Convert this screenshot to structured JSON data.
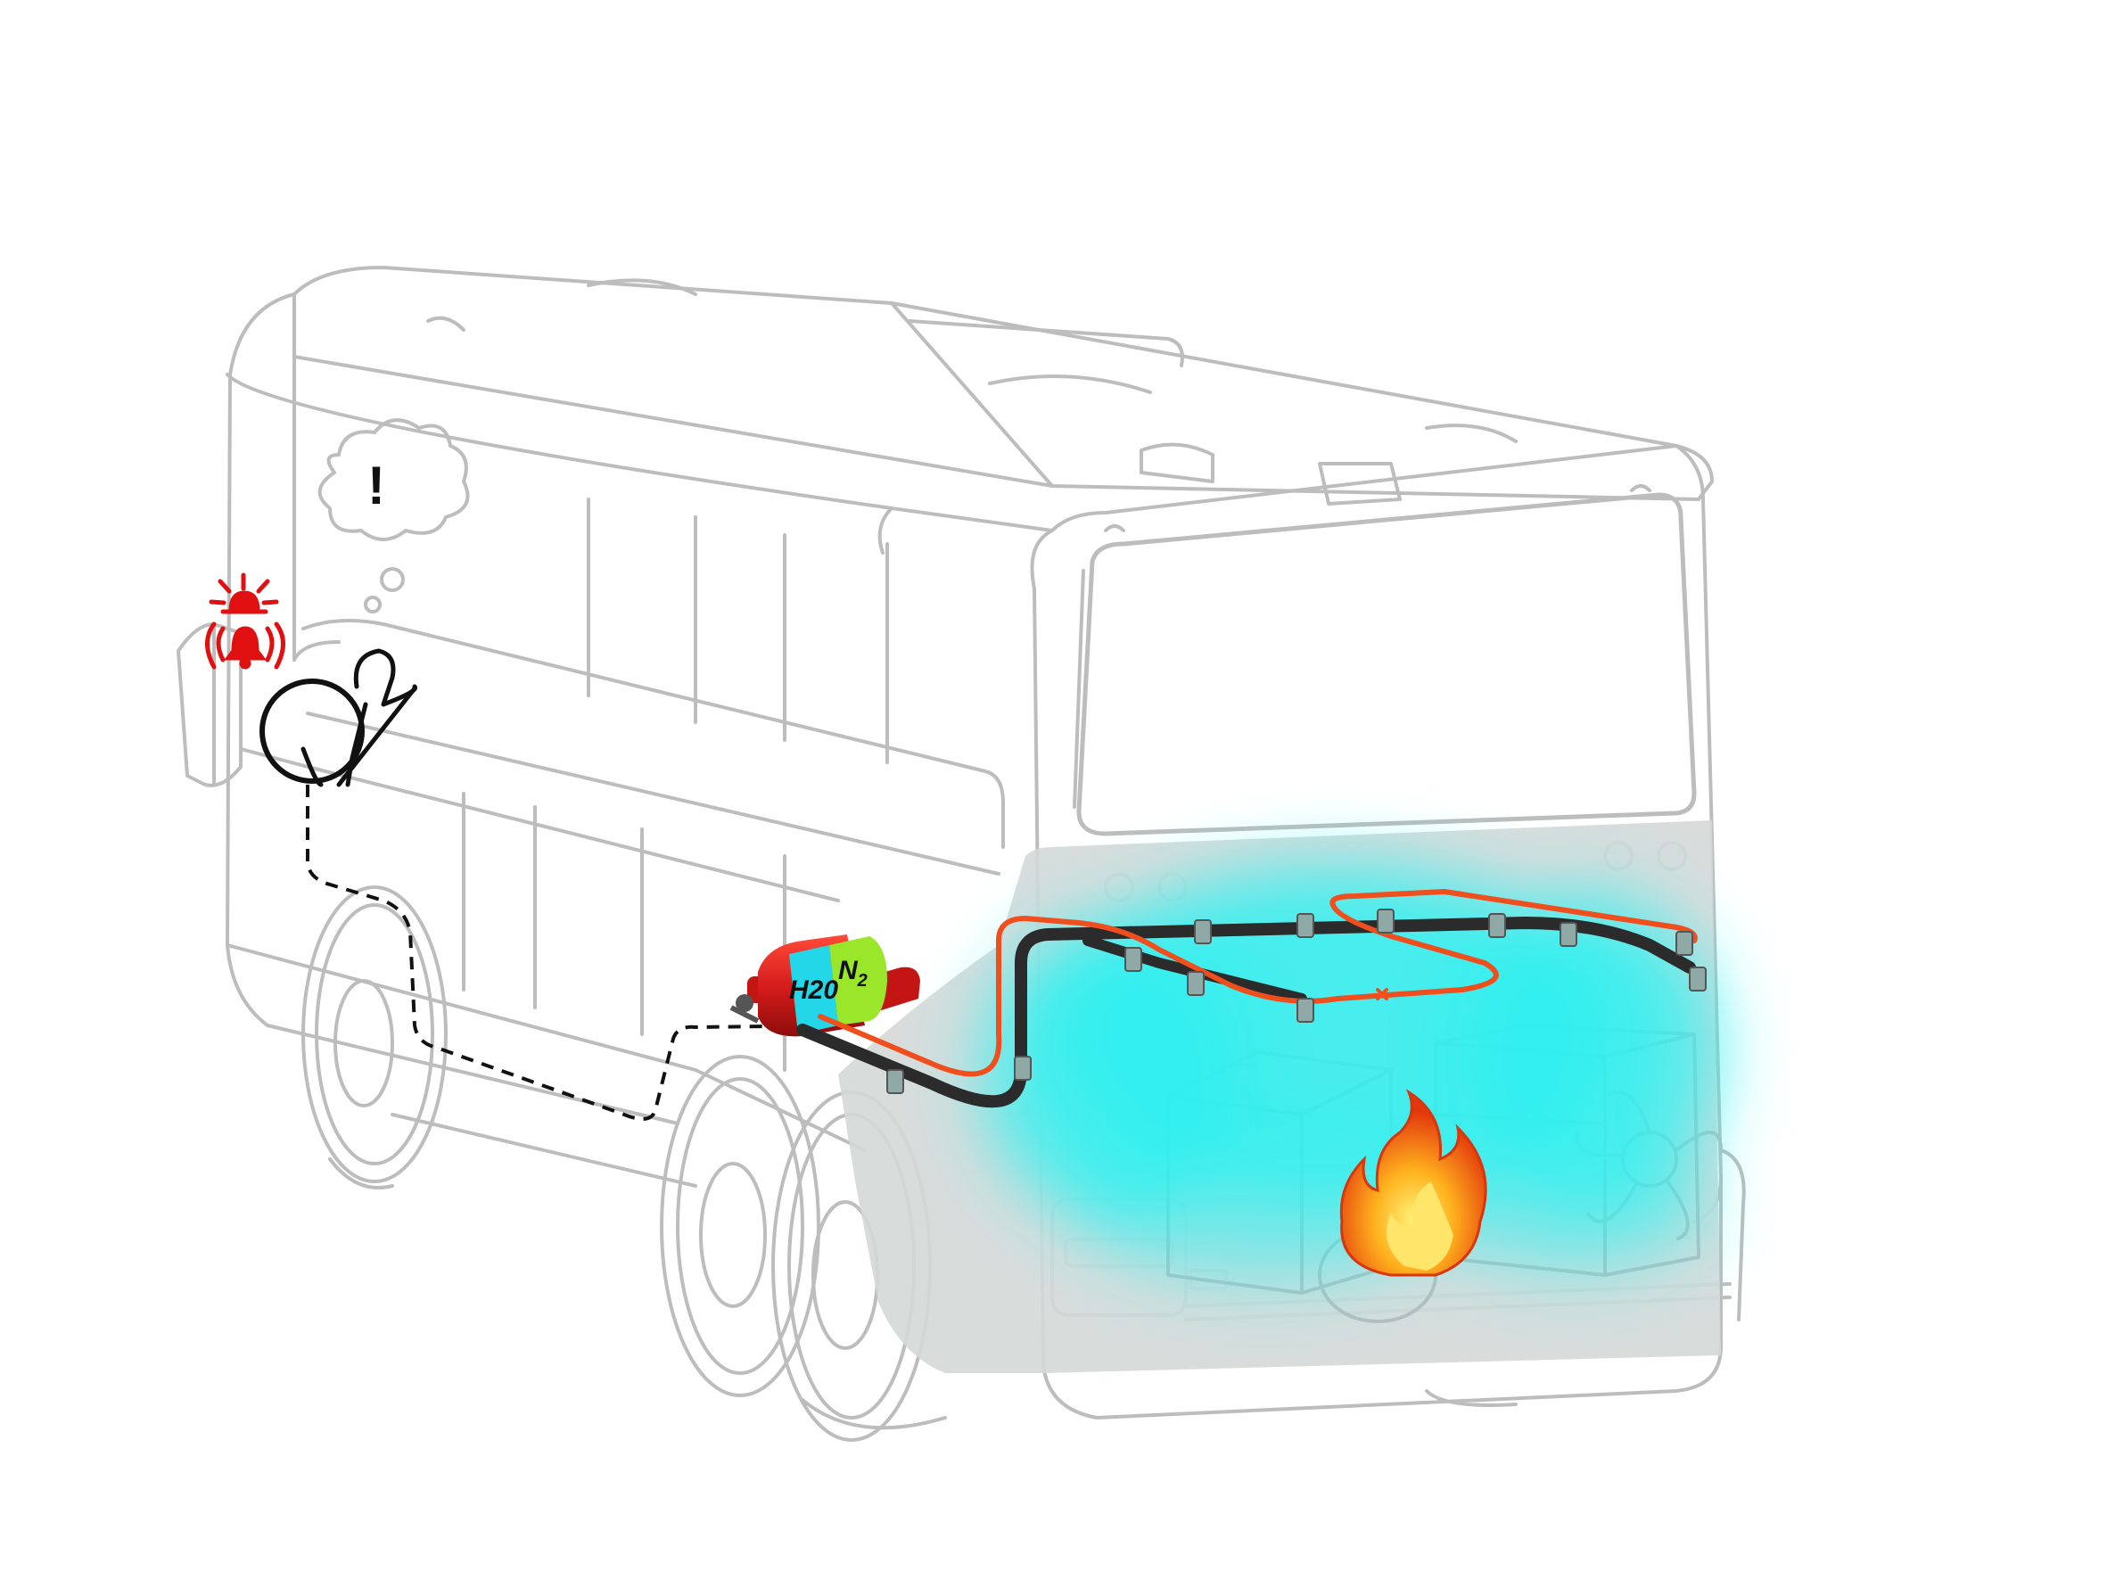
{
  "cylinder": {
    "water_label": "H20",
    "nitrogen_label": "N",
    "nitrogen_subscript": "2"
  },
  "thought_bubble": {
    "symbol": "!"
  },
  "colors": {
    "outline": "#bdbdbd",
    "engine_bay": "#d4d9d8",
    "mist": "#2ff0f0",
    "pipe_orange": "#f04e1c",
    "pipe_dark": "#2b2b2b",
    "cylinder_red": "#d81f1f",
    "water_cyan": "#23d6e8",
    "nitrogen_green": "#9ae62b",
    "alarm_red": "#e01010",
    "driver_line": "#111111"
  },
  "icons": [
    "alarm-beacon-icon",
    "bell-icon",
    "thought-bubble-icon",
    "fire-icon",
    "fan-icon",
    "steering-wheel-icon"
  ]
}
